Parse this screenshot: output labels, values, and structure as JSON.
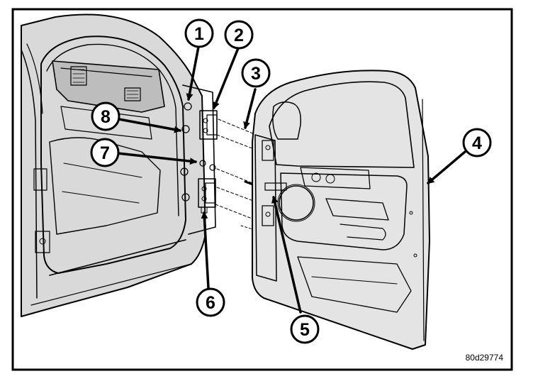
{
  "callouts": [
    {
      "id": "1",
      "label": "1"
    },
    {
      "id": "2",
      "label": "2"
    },
    {
      "id": "3",
      "label": "3"
    },
    {
      "id": "4",
      "label": "4"
    },
    {
      "id": "5",
      "label": "5"
    },
    {
      "id": "6",
      "label": "6"
    },
    {
      "id": "7",
      "label": "7"
    },
    {
      "id": "8",
      "label": "8"
    }
  ],
  "figure_code": "80d29774"
}
